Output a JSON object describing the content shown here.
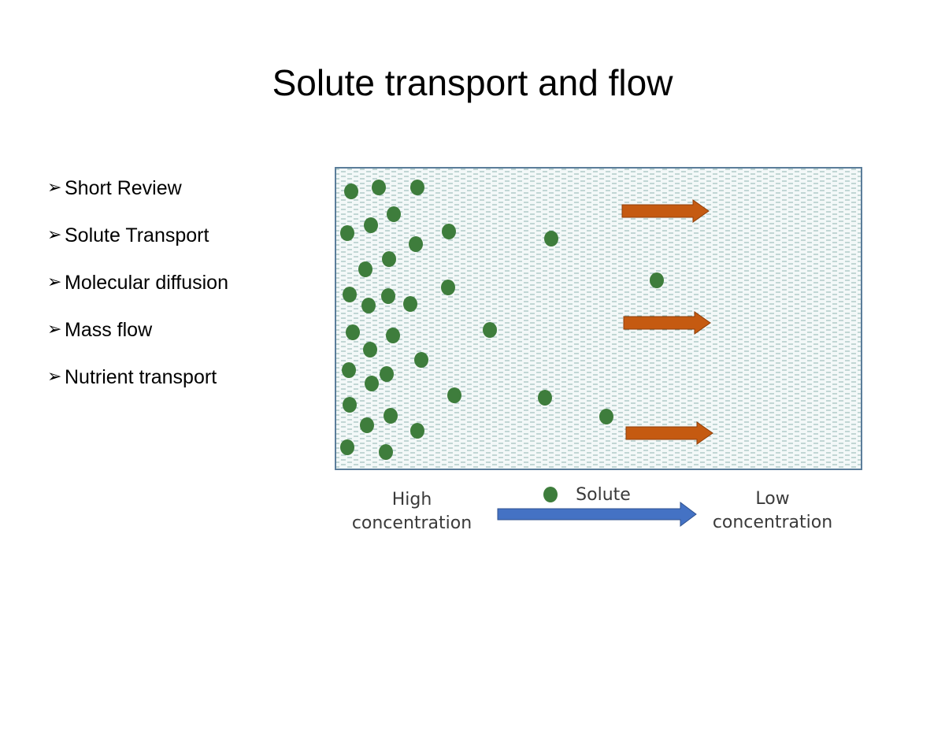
{
  "slide": {
    "title": "Solute transport and flow",
    "bullet_marker": "➢",
    "bullets": [
      "Short Review",
      "Solute Transport",
      "Molecular diffusion",
      "Mass flow",
      "Nutrient transport"
    ]
  },
  "diagram": {
    "high_label": [
      "High",
      "concentration"
    ],
    "low_label": [
      "Low",
      "concentration"
    ],
    "legend_label": "Solute",
    "colors": {
      "solute": "#3e7d3c",
      "flow_arrow": "#c55a11",
      "gradient_arrow": "#4472c4",
      "water": "#8fb3b0",
      "border": "#5b7d9a"
    },
    "icons": {
      "solute": "solute-dot-icon",
      "flow": "flow-arrow-icon",
      "gradient": "gradient-arrow-icon"
    }
  }
}
